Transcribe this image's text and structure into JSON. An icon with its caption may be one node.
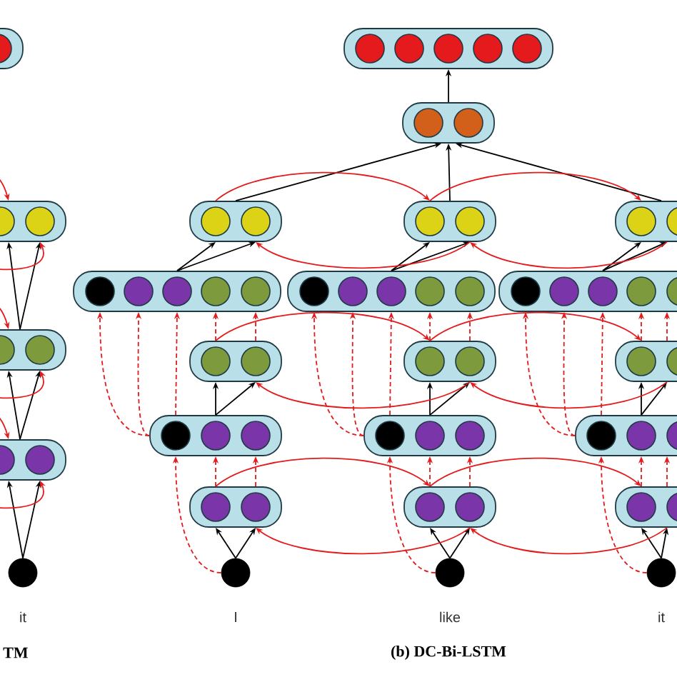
{
  "diagram": {
    "nodes": [
      {
        "text": [],
        "shape": "box"
      },
      {
        "text": [],
        "shape": "box"
      },
      {
        "text": [],
        "shape": "box"
      },
      {
        "text": [],
        "shape": "box"
      },
      {
        "text": [],
        "shape": "circle",
        "beside": [
          "it"
        ]
      },
      {
        "text": [],
        "shape": "box"
      },
      {
        "text": [],
        "shape": "box"
      },
      {
        "text": [],
        "shape": "box"
      },
      {
        "text": [],
        "shape": "box"
      },
      {
        "text": [],
        "shape": "box"
      },
      {
        "text": [],
        "shape": "box"
      },
      {
        "text": [],
        "shape": "box"
      },
      {
        "text": [],
        "shape": "box"
      },
      {
        "text": [],
        "shape": "box"
      },
      {
        "text": [],
        "shape": "box"
      },
      {
        "text": [],
        "shape": "box"
      },
      {
        "text": [],
        "shape": "box"
      },
      {
        "text": [],
        "shape": "box"
      },
      {
        "text": [],
        "shape": "box"
      },
      {
        "text": [],
        "shape": "box"
      },
      {
        "text": [],
        "shape": "box"
      },
      {
        "text": [],
        "shape": "box"
      },
      {
        "text": [],
        "shape": "circle",
        "beside": [
          "I"
        ]
      },
      {
        "text": [],
        "shape": "circle",
        "beside": [
          "like"
        ]
      },
      {
        "text": [],
        "shape": "circle",
        "beside": [
          "it"
        ]
      }
    ],
    "edges": [
      {
        "from": 4,
        "to": 3,
        "arrow": "to",
        "color": "#000000"
      },
      {
        "from": 4,
        "to": 3,
        "arrow": "to",
        "color": "#000000"
      },
      {
        "from": 3,
        "to": 2,
        "arrow": "to",
        "color": "#000000"
      },
      {
        "from": 3,
        "to": 2,
        "arrow": "to",
        "color": "#000000"
      },
      {
        "from": 2,
        "to": 1,
        "arrow": "to",
        "color": "#000000"
      },
      {
        "from": 2,
        "to": 1,
        "arrow": "to",
        "color": "#000000"
      },
      {
        "from": null,
        "to": 3,
        "arrow": "to"
      },
      {
        "from": null,
        "to": 3,
        "arrow": "to"
      },
      {
        "from": null,
        "to": 2,
        "arrow": "to"
      },
      {
        "from": null,
        "to": 2,
        "arrow": "to"
      },
      {
        "from": null,
        "to": 1,
        "arrow": "to"
      },
      {
        "from": null,
        "to": 1,
        "arrow": "to"
      },
      {
        "from": 22,
        "to": 19,
        "arrow": "to",
        "color": "#000000"
      },
      {
        "from": 22,
        "to": 19,
        "arrow": "to",
        "color": "#000000"
      },
      {
        "from": 22,
        "to": 16,
        "arrow": "to",
        "style": "dashed"
      },
      {
        "from": 19,
        "to": 16,
        "arrow": "to",
        "style": "dashed"
      },
      {
        "from": 19,
        "to": 16,
        "arrow": "to",
        "style": "dashed"
      },
      {
        "from": 16,
        "to": 10,
        "arrow": "to",
        "style": "dashed"
      },
      {
        "from": 16,
        "to": 10,
        "arrow": "to",
        "style": "dashed"
      },
      {
        "from": 16,
        "to": 10,
        "arrow": "to",
        "style": "dashed"
      },
      {
        "from": 13,
        "to": 10,
        "arrow": "to",
        "style": "dashed"
      },
      {
        "from": 13,
        "to": 10,
        "arrow": "to",
        "style": "dashed"
      },
      {
        "from": 16,
        "to": 13,
        "arrow": "to",
        "color": "#000000"
      },
      {
        "from": 16,
        "to": 13,
        "arrow": "to",
        "color": "#000000"
      },
      {
        "from": 10,
        "to": 7,
        "arrow": "to",
        "color": "#000000"
      },
      {
        "from": 10,
        "to": 7,
        "arrow": "to",
        "color": "#000000"
      },
      {
        "from": 23,
        "to": 20,
        "arrow": "to",
        "color": "#000000"
      },
      {
        "from": 23,
        "to": 20,
        "arrow": "to",
        "color": "#000000"
      },
      {
        "from": 23,
        "to": 17,
        "arrow": "to",
        "style": "dashed"
      },
      {
        "from": 20,
        "to": 17,
        "arrow": "to",
        "style": "dashed"
      },
      {
        "from": 20,
        "to": 17,
        "arrow": "to",
        "style": "dashed"
      },
      {
        "from": 17,
        "to": 11,
        "arrow": "to",
        "style": "dashed"
      },
      {
        "from": 17,
        "to": 11,
        "arrow": "to",
        "style": "dashed"
      },
      {
        "from": 17,
        "to": 11,
        "arrow": "to",
        "style": "dashed"
      },
      {
        "from": 14,
        "to": 11,
        "arrow": "to",
        "style": "dashed"
      },
      {
        "from": 14,
        "to": 11,
        "arrow": "to",
        "style": "dashed"
      },
      {
        "from": 17,
        "to": 14,
        "arrow": "to",
        "color": "#000000"
      },
      {
        "from": 17,
        "to": 14,
        "arrow": "to",
        "color": "#000000"
      },
      {
        "from": 11,
        "to": 8,
        "arrow": "to",
        "color": "#000000"
      },
      {
        "from": 11,
        "to": 8,
        "arrow": "to",
        "color": "#000000"
      },
      {
        "from": 24,
        "to": 21,
        "arrow": "to",
        "color": "#000000"
      },
      {
        "from": 24,
        "to": 21,
        "arrow": "to",
        "color": "#000000"
      },
      {
        "from": 24,
        "to": 18,
        "arrow": "to",
        "style": "dashed"
      },
      {
        "from": 21,
        "to": 18,
        "arrow": "to",
        "style": "dashed"
      },
      {
        "from": 21,
        "to": 18,
        "arrow": "to",
        "style": "dashed"
      },
      {
        "from": 18,
        "to": 12,
        "arrow": "to",
        "style": "dashed"
      },
      {
        "from": 18,
        "to": 12,
        "arrow": "to",
        "style": "dashed"
      },
      {
        "from": 18,
        "to": 12,
        "arrow": "to",
        "style": "dashed"
      },
      {
        "from": 15,
        "to": 12,
        "arrow": "to",
        "style": "dashed"
      },
      {
        "from": 15,
        "to": 12,
        "arrow": "to",
        "style": "dashed"
      },
      {
        "from": 18,
        "to": 15,
        "arrow": "to",
        "color": "#000000"
      },
      {
        "from": 18,
        "to": 15,
        "arrow": "to",
        "color": "#000000"
      },
      {
        "from": 12,
        "to": 9,
        "arrow": "to",
        "color": "#000000"
      },
      {
        "from": 12,
        "to": 9,
        "arrow": "to",
        "color": "#000000"
      },
      {
        "from": 7,
        "to": 6,
        "arrow": "to",
        "color": "#000000"
      },
      {
        "from": 8,
        "to": 6,
        "arrow": "to",
        "color": "#000000"
      },
      {
        "from": 9,
        "to": 6,
        "arrow": "to",
        "color": "#000000"
      },
      {
        "from": 6,
        "to": 5,
        "arrow": "to",
        "color": "#000000"
      },
      {
        "from": 19,
        "to": 20,
        "arrow": "to"
      },
      {
        "from": 20,
        "to": 21,
        "arrow": "to"
      },
      {
        "from": 20,
        "to": 19,
        "arrow": "to"
      },
      {
        "from": 21,
        "to": 20,
        "arrow": "to"
      },
      {
        "from": 13,
        "to": 14,
        "arrow": "to"
      },
      {
        "from": 14,
        "to": 15,
        "arrow": "to"
      },
      {
        "from": 14,
        "to": 13,
        "arrow": "to"
      },
      {
        "from": 15,
        "to": 14,
        "arrow": "to"
      },
      {
        "from": 7,
        "to": 8,
        "arrow": "to"
      },
      {
        "from": 8,
        "to": 9,
        "arrow": "to"
      },
      {
        "from": 8,
        "to": 7,
        "arrow": "to"
      },
      {
        "from": 9,
        "to": 8,
        "arrow": "to"
      }
    ],
    "labels": [
      "TM",
      "(b) DC-Bi-LSTM"
    ]
  }
}
